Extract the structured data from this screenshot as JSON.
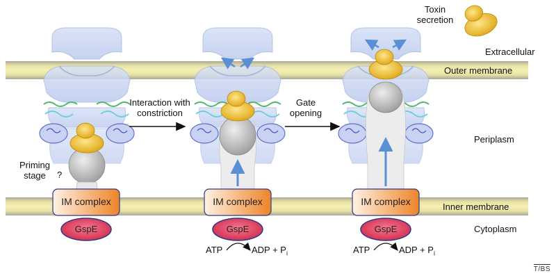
{
  "compartments": {
    "extracellular": "Extracellular",
    "outer_membrane": "Outer membrane",
    "periplasm": "Periplasm",
    "inner_membrane": "Inner membrane",
    "cytoplasm": "Cytoplasm"
  },
  "steps": {
    "priming_line1": "Priming",
    "priming_line2": "stage",
    "question_mark": "?",
    "interaction_line1": "Interaction with",
    "interaction_line2": "constriction",
    "gate_line1": "Gate",
    "gate_line2": "opening",
    "toxin_line1": "Toxin",
    "toxin_line2": "secretion"
  },
  "complexes": {
    "im_complex": "IM complex",
    "gspe": "GspE"
  },
  "energy": {
    "atp": "ATP",
    "adp": "ADP + P",
    "pi_subscript": "i"
  },
  "colors": {
    "membrane_band": "#e8e2a0",
    "membrane_edge": "#9c9a8a",
    "secretin": "#c9d6f2",
    "toxin": "#f2c72a",
    "pseudopilus": "#dcdcdc",
    "im_complex_left": "#fde8d4",
    "im_complex_right": "#f08a2c",
    "gspe_fill": "#e23a5c",
    "arrow_blue": "#5a8fd6"
  },
  "credit": "T/BS"
}
